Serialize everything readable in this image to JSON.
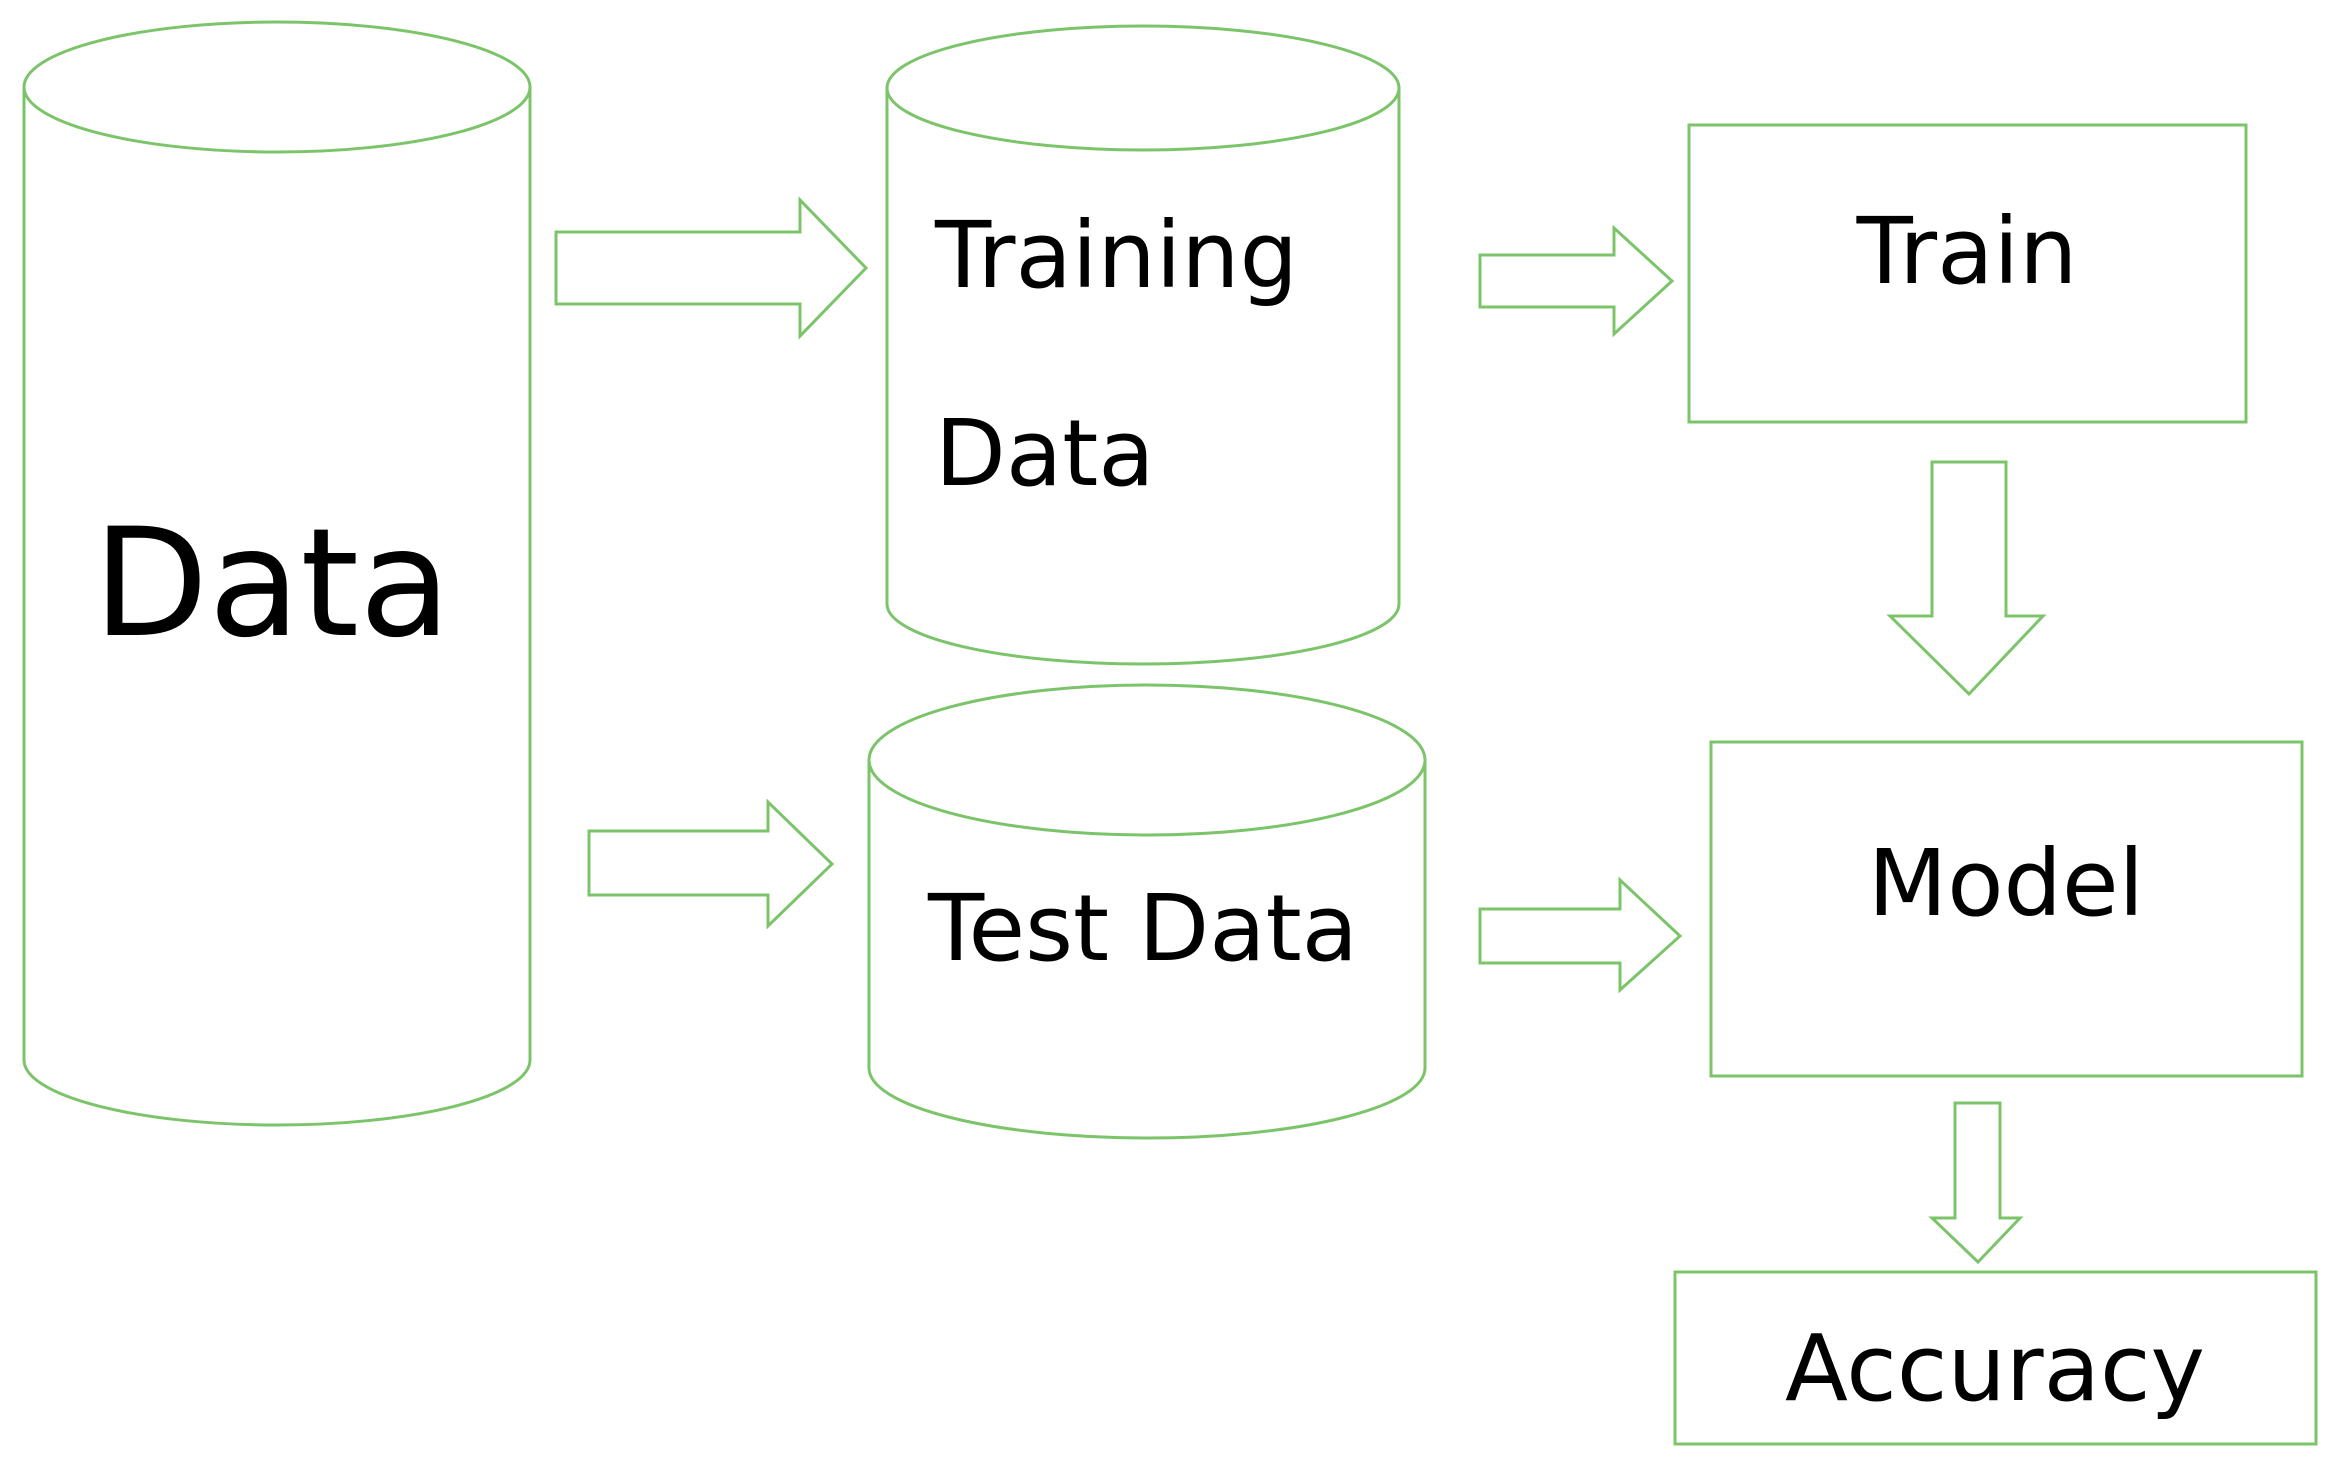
{
  "diagram": {
    "stroke_color": "#7cc46a",
    "text_color": "#000000",
    "nodes": {
      "data": {
        "label": "Data",
        "shape": "cylinder"
      },
      "training_data": {
        "line1": "Training",
        "line2": "Data",
        "shape": "cylinder"
      },
      "test_data": {
        "label": "Test Data",
        "shape": "cylinder"
      },
      "train": {
        "label": "Train",
        "shape": "rectangle"
      },
      "model": {
        "label": "Model",
        "shape": "rectangle"
      },
      "accuracy": {
        "label": "Accuracy",
        "shape": "rectangle"
      }
    },
    "edges": [
      {
        "from": "Data",
        "to": "Training Data"
      },
      {
        "from": "Data",
        "to": "Test Data"
      },
      {
        "from": "Training Data",
        "to": "Train"
      },
      {
        "from": "Train",
        "to": "Model"
      },
      {
        "from": "Test Data",
        "to": "Model"
      },
      {
        "from": "Model",
        "to": "Accuracy"
      }
    ]
  }
}
